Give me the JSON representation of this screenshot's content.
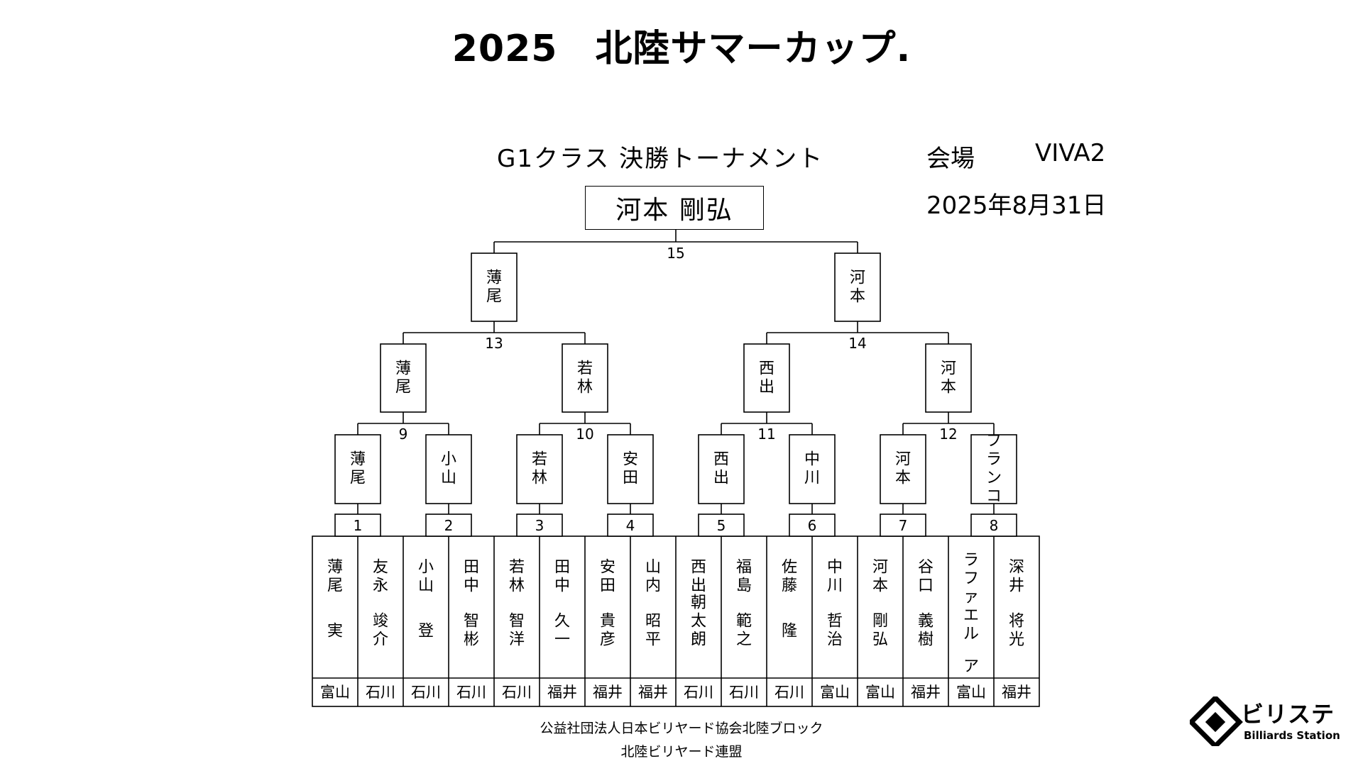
{
  "header": {
    "title": "2025　北陸サマーカップ.",
    "class_title": "G1クラス 決勝トーナメント",
    "venue_label": "会場",
    "venue": "VIVA2",
    "date": "2025年8月31日"
  },
  "champion": "河本 剛弘",
  "bracket": {
    "final": {
      "match_no": "15",
      "winners": [
        "薄尾",
        "河本"
      ]
    },
    "semifinals": [
      {
        "match_no": "13",
        "winners": [
          "薄尾",
          "若林"
        ]
      },
      {
        "match_no": "14",
        "winners": [
          "西出",
          "河本"
        ]
      }
    ],
    "quarterfinals": [
      {
        "match_no": "9",
        "winners": [
          "薄尾",
          "小山"
        ]
      },
      {
        "match_no": "10",
        "winners": [
          "若林",
          "安田"
        ]
      },
      {
        "match_no": "11",
        "winners": [
          "西出",
          "中川"
        ]
      },
      {
        "match_no": "12",
        "winners": [
          "河本",
          "フランコ"
        ]
      }
    ],
    "first_round": [
      "1",
      "2",
      "3",
      "4",
      "5",
      "6",
      "7",
      "8"
    ]
  },
  "players": [
    {
      "surname": "薄尾",
      "given": "実",
      "pref": "富山"
    },
    {
      "surname": "友永",
      "given": "竣介",
      "pref": "石川"
    },
    {
      "surname": "小山",
      "given": "登",
      "pref": "石川"
    },
    {
      "surname": "田中",
      "given": "智彬",
      "pref": "石川"
    },
    {
      "surname": "若林",
      "given": "智洋",
      "pref": "石川"
    },
    {
      "surname": "田中",
      "given": "久一",
      "pref": "福井"
    },
    {
      "surname": "安田",
      "given": "貴彦",
      "pref": "福井"
    },
    {
      "surname": "山内",
      "given": "昭平",
      "pref": "福井"
    },
    {
      "surname": "西出",
      "given": "朝太朗",
      "pref": "石川"
    },
    {
      "surname": "福島",
      "given": "範之",
      "pref": "石川"
    },
    {
      "surname": "佐藤",
      "given": "隆",
      "pref": "石川"
    },
    {
      "surname": "中川",
      "given": "哲治",
      "pref": "富山"
    },
    {
      "surname": "河本",
      "given": "剛弘",
      "pref": "富山"
    },
    {
      "surname": "谷口",
      "given": "義樹",
      "pref": "福井"
    },
    {
      "surname": "ラファエル",
      "given": "ア",
      "pref": "富山"
    },
    {
      "surname": "深井",
      "given": "将光",
      "pref": "福井"
    }
  ],
  "footer": {
    "organization": "公益社団法人日本ビリヤード協会北陸ブロック",
    "federation": "北陸ビリヤード連盟"
  },
  "logo": {
    "jp": "ビリステ",
    "en": "Billiards Station",
    "icon": "billiards-station-logo-icon"
  }
}
